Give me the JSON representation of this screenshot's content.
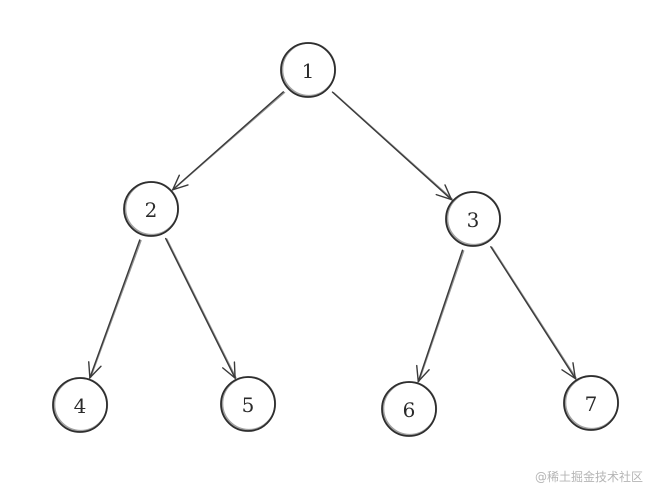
{
  "tree": {
    "nodes": [
      {
        "id": "n1",
        "label": "1"
      },
      {
        "id": "n2",
        "label": "2"
      },
      {
        "id": "n3",
        "label": "3"
      },
      {
        "id": "n4",
        "label": "4"
      },
      {
        "id": "n5",
        "label": "5"
      },
      {
        "id": "n6",
        "label": "6"
      },
      {
        "id": "n7",
        "label": "7"
      }
    ],
    "edges": [
      {
        "from": "n1",
        "to": "n2"
      },
      {
        "from": "n1",
        "to": "n3"
      },
      {
        "from": "n2",
        "to": "n4"
      },
      {
        "from": "n2",
        "to": "n5"
      },
      {
        "from": "n3",
        "to": "n6"
      },
      {
        "from": "n3",
        "to": "n7"
      }
    ]
  },
  "watermark": "@稀土掘金技术社区"
}
